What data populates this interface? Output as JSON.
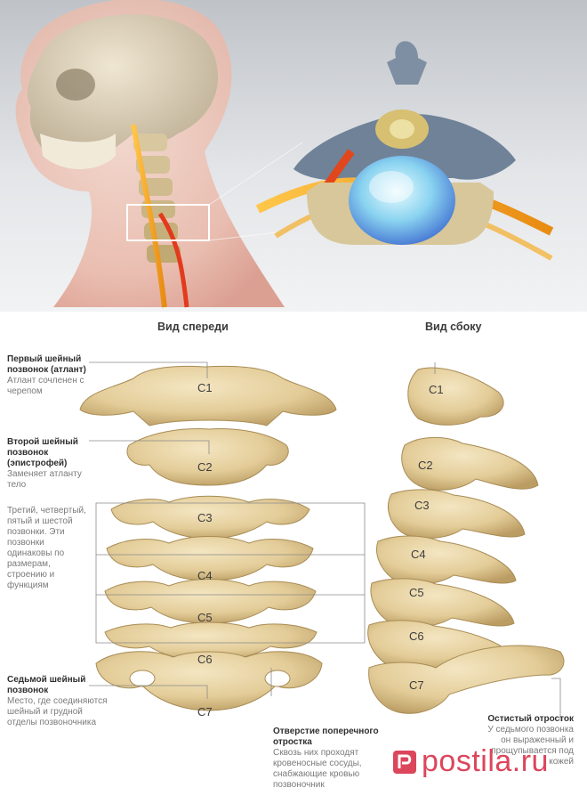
{
  "views": {
    "front_title": "Вид спереди",
    "side_title": "Вид сбоку"
  },
  "vertebrae": [
    "C1",
    "C2",
    "C3",
    "C4",
    "C5",
    "C6",
    "C7"
  ],
  "labels": {
    "first": {
      "title": "Первый шейный позвонок (атлант)",
      "desc": "Атлант сочленен с черепом"
    },
    "second": {
      "title": "Второй шейный позвонок (эпистрофей)",
      "desc": "Заменяет атланту тело"
    },
    "middle": {
      "desc": "Третий, четвертый, пятый и шестой позвонки. Эти позвонки одинаковы по размерам, строению и функциям"
    },
    "seventh": {
      "title": "Седьмой шейный позвонок",
      "desc": "Место, где соединяются шейный и грудной отделы позвоночника"
    },
    "foramen": {
      "title": "Отверстие поперечного отростка",
      "desc": "Сквозь них проходят кровеносные сосуды, снабжающие кровью позвоночник"
    },
    "spinous": {
      "title": "Остистый отросток",
      "desc": "У седьмого позвонка он выраженный и прощупывается под кожей"
    }
  },
  "watermark": "postila.ru",
  "colors": {
    "bone": "#e8d4a4",
    "bone_shadow": "#b89a62",
    "nerve": "#f2a618",
    "disc": "#8fd6f0",
    "watermark": "#d9324a"
  }
}
